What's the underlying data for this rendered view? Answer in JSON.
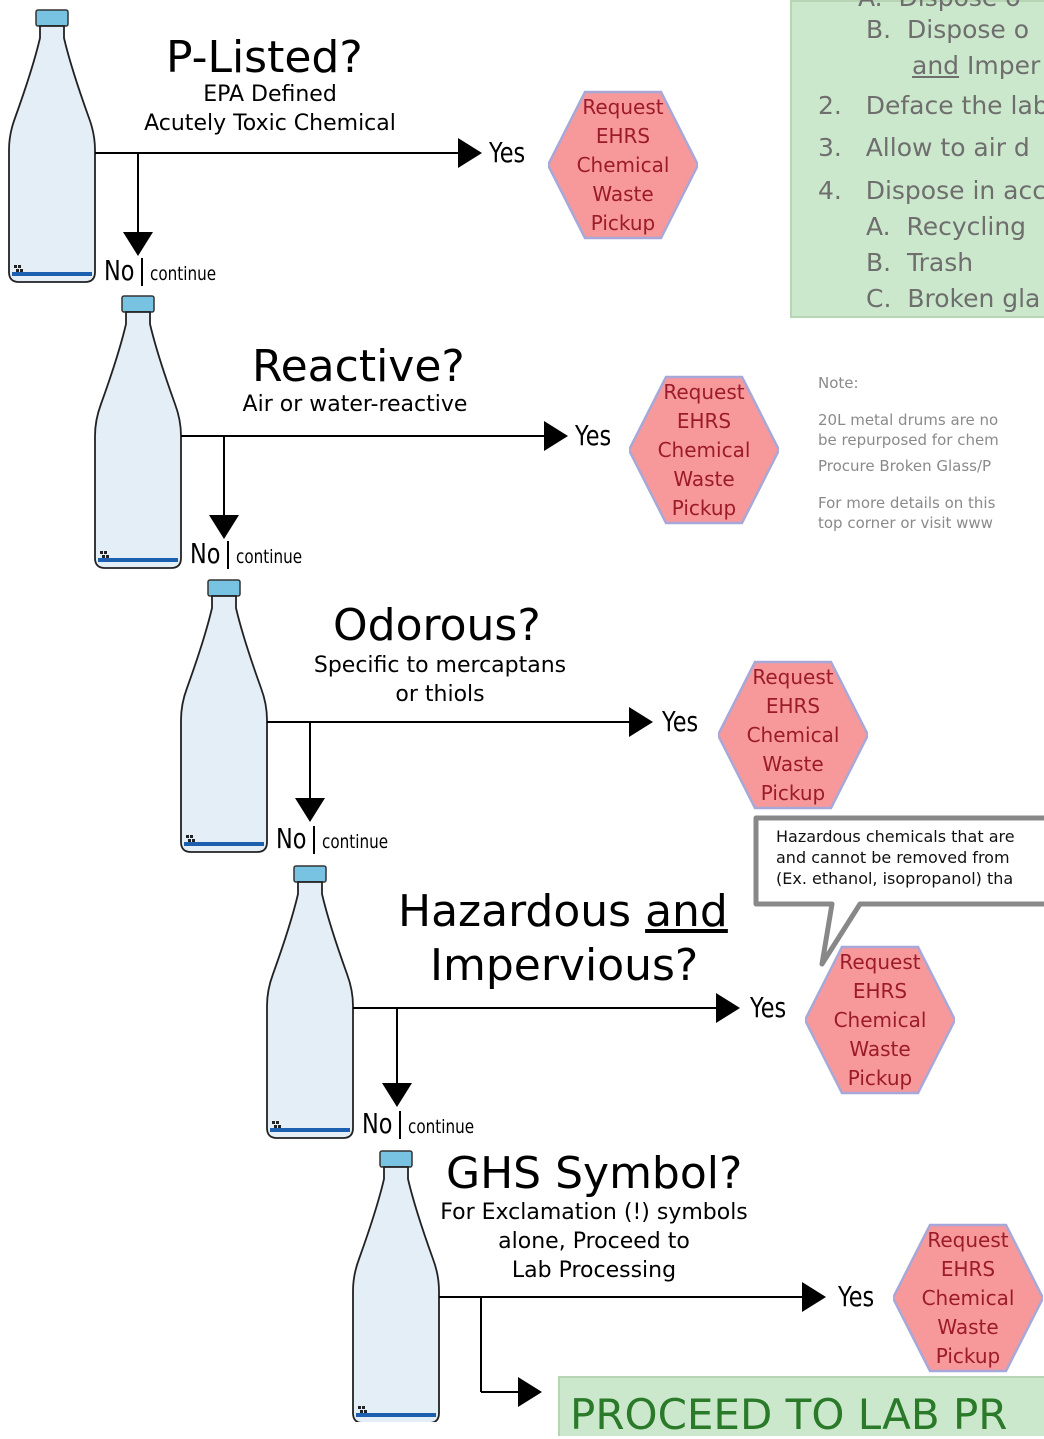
{
  "colors": {
    "hex_fill": "#f7999a",
    "hex_stroke": "#a8a8d8",
    "hex_text": "#9b1b2a",
    "green_box": "#cce8cc",
    "proceed_text": "#2a7a2a",
    "bottle_cap": "#78c2e2",
    "bottle_fill": "#e4eef7",
    "liquid": "#1b5fae"
  },
  "questions": [
    {
      "title": "P-Listed?",
      "sub_lines": [
        "EPA Defined",
        "Acutely Toxic Chemical"
      ]
    },
    {
      "title": "Reactive?",
      "sub_lines": [
        "Air or water-reactive"
      ]
    },
    {
      "title": "Odorous?",
      "sub_lines": [
        "Specific to mercaptans",
        "or thiols"
      ]
    },
    {
      "title_main": "Hazardous ",
      "title_u": "and",
      "title_line2": "Impervious?",
      "sub_lines": []
    },
    {
      "title": "GHS Symbol?",
      "sub_lines": [
        "For Exclamation (!) symbols",
        "alone, Proceed to",
        "Lab Processing"
      ]
    }
  ],
  "yes_label": "Yes",
  "no_label": "No",
  "continue_label": "continue",
  "hex_label": "Request\nEHRS Chemical\nWaste\nPickup",
  "steps": [
    {
      "marker": "A.",
      "text": "Dispose o"
    },
    {
      "marker": "B.",
      "text": "Dispose o"
    },
    {
      "marker": "",
      "text_u": "and",
      "text": " Imper"
    },
    {
      "marker": "2.",
      "text": "Deface the lab"
    },
    {
      "marker": "3.",
      "text": "Allow to air d"
    },
    {
      "marker": "4.",
      "text": "Dispose in acc"
    },
    {
      "marker": "A.",
      "text": "Recycling"
    },
    {
      "marker": "B.",
      "text": "Trash"
    },
    {
      "marker": "C.",
      "text": "Broken gla"
    }
  ],
  "note": {
    "heading": "Note:",
    "lines": [
      "20L metal drums are no",
      "be repurposed for chem",
      "Procure Broken Glass/P",
      "For more details on this",
      "top corner or visit www"
    ]
  },
  "bubble_lines": [
    "Hazardous chemicals that are",
    "and cannot be removed from",
    "(Ex. ethanol, isopropanol) tha"
  ],
  "proceed_label": "PROCEED TO LAB PR"
}
